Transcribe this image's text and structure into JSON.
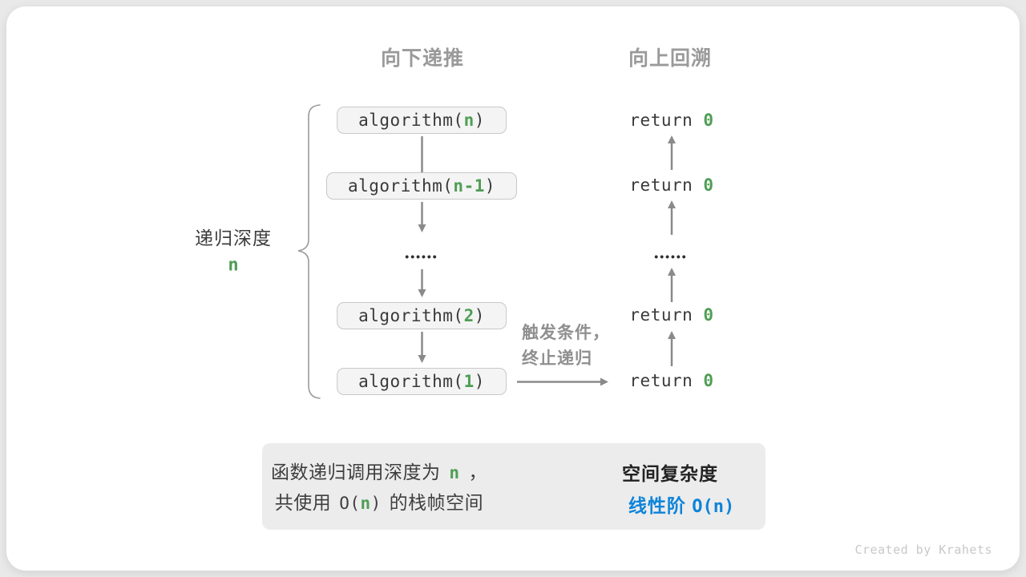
{
  "diagram": {
    "header_left": "向下递推",
    "header_right": "向上回溯",
    "side_label": {
      "text": "递归深度",
      "var": "n"
    },
    "calls": [
      {
        "prefix": "algorithm(",
        "arg": "n",
        "suffix": ")"
      },
      {
        "prefix": "algorithm(",
        "arg": "n-1",
        "suffix": ")"
      },
      {
        "prefix": "algorithm(",
        "arg": "2",
        "suffix": ")"
      },
      {
        "prefix": "algorithm(",
        "arg": "1",
        "suffix": ")"
      }
    ],
    "returns": [
      {
        "keyword": "return ",
        "value": "0"
      },
      {
        "keyword": "return ",
        "value": "0"
      },
      {
        "keyword": "return ",
        "value": "0"
      },
      {
        "keyword": "return ",
        "value": "0"
      }
    ],
    "ellipsis_left": "••••••",
    "ellipsis_right": "••••••",
    "annotation": {
      "line1": "触发条件，",
      "line2": "终止递归"
    }
  },
  "summary": {
    "line1_pre": "函数递归调用深度为 ",
    "line1_var": "n",
    "line1_post": " ，",
    "line2_pre": "共使用 ",
    "line2_code_open": "O(",
    "line2_var": "n",
    "line2_code_close": ")",
    "line2_post": " 的栈帧空间",
    "result_title": "空间复杂度",
    "result_text": "线性阶 ",
    "result_code": "O(n)"
  },
  "watermark": "Created by Krahets",
  "colors": {
    "green": "#4f9e55",
    "blue": "#0d84d9",
    "arrow_gray": "#8a8a8a"
  }
}
